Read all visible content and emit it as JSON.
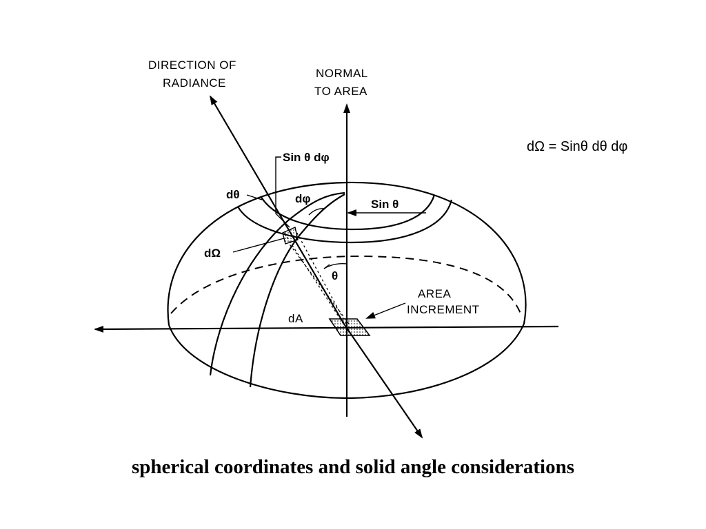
{
  "diagram": {
    "labels": {
      "direction_of_radiance": [
        "DIRECTION OF",
        "RADIANCE"
      ],
      "normal_to_area": [
        "NORMAL",
        "TO AREA"
      ],
      "sin_theta_dphi": "Sin θ dφ",
      "d_theta": "dθ",
      "d_phi": "dφ",
      "sin_theta": "Sin θ",
      "d_omega": "dΩ",
      "theta": "θ",
      "area_increment": [
        "AREA",
        "INCREMENT"
      ],
      "dA": "dA"
    },
    "formula": "dΩ = Sinθ dθ dφ"
  },
  "caption": "spherical coordinates and solid angle considerations"
}
